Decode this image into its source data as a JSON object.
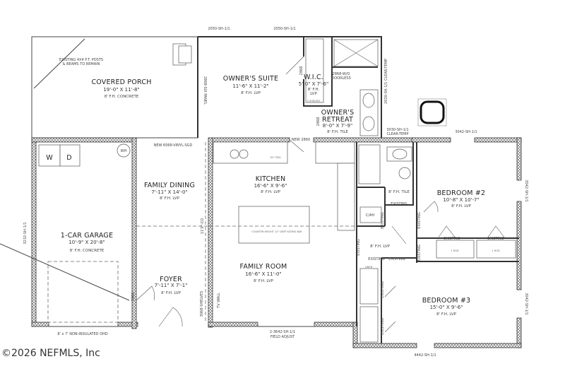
{
  "rooms": {
    "porch": {
      "name": "COVERED PORCH",
      "dims": "19'-0\" X 11'-8\"",
      "fh": "8' F.H. CONCRETE",
      "note1": "EXISTING 4X4 P.T. POSTS",
      "note2": "& BEAMS TO REMAIN"
    },
    "owners_suite": {
      "name": "OWNER'S SUITE",
      "dims": "11'-6\" X 11'-2\"",
      "fh": "8' F.H. LVP"
    },
    "wic": {
      "name": "W.I.C.",
      "dims": "5'-0\" X 7'-6\"",
      "fh1": "8' F.H.",
      "fh2": "LVP",
      "shelves": "5-SHELVES"
    },
    "owners_retreat": {
      "name1": "OWNER'S",
      "name2": "RETREAT",
      "dims": "8'-0\" X 7'-9\"",
      "fh": "8' F.H. TILE"
    },
    "kitchen": {
      "name": "KITCHEN",
      "dims": "16'-6\" X 9'-6\"",
      "fh": "8' F.H. LVP",
      "frig": "30\" FRIG",
      "bar": "COUNTER-HEIGHT 12\" DEEP EATING BAR"
    },
    "family_dining": {
      "name": "FAMILY DINING",
      "dims": "7'-11\" X 14'-0\"",
      "fh": "8' F.H. LVP"
    },
    "garage": {
      "name": "1-CAR GARAGE",
      "dims": "10'-9\" X 20'-8\"",
      "fh": "8' F.H. CONCRETE",
      "washer": "W",
      "dryer": "D",
      "heater": "WH"
    },
    "foyer": {
      "name": "FOYER",
      "dims": "7'-11\" X 7'-1\"",
      "fh": "8' F.H. LVP"
    },
    "family_room": {
      "name": "FAMILY ROOM",
      "dims": "16'-6\" X 11'-0\"",
      "fh": "8' F.H. LVP",
      "tv_wall": "TV WALL"
    },
    "bath": {
      "fh": "8' F.H. TILE",
      "cah": "C/AH"
    },
    "hall": {
      "fh": "8' F.H. LVP"
    },
    "bedroom2": {
      "name": "BEDROOM #2",
      "dims": "10'-8\" X 10'-7\"",
      "fh": "8' F.H. LVP"
    },
    "bedroom3": {
      "name": "BEDROOM #3",
      "dims": "15'-0\" X 9'-6\"",
      "fh": "8' F.H. LVP"
    }
  },
  "labels": {
    "win_top1": "2050-SH-1/1",
    "win_top2": "2050-SH-1/1",
    "door_six_panel": "2868-SIX PANEL",
    "door_doorless1": "2868-W/O",
    "door_doorless2": "DOORLESS",
    "win_clear_temp_v": "2030-SH-1/1 CLEAR-TEMP",
    "win_3030": "3030-SH-1/1",
    "clear_temp": "CLEAR-TEMP",
    "win_3042_top": "3042-SH-1/1",
    "win_3042_r1": "3042-SH-1/1",
    "win_3042_r2": "3042-SH-1/1",
    "win_3232": "3232-SH-1/1",
    "win_4442": "4442-SH-1/1",
    "sgd": "NEW 6068-VINYL-SGD",
    "new_2860": "NEW 2860",
    "door_2868a": "2868",
    "door_2868b": "2868",
    "door_2880": "2880",
    "cased_opening": "11'0\"-CO",
    "shelves": "3068-SHELVES",
    "win_bottom1": "2-3642-SH-1/1",
    "win_bottom2": "FIELD ADJUST",
    "ohd": "8' x 7' NON-INSULATED OHD",
    "existing": "EXISTING",
    "linen": "LINEN",
    "rod": "1 ROD"
  },
  "copyright": "©2026 NEFMLS, Inc"
}
